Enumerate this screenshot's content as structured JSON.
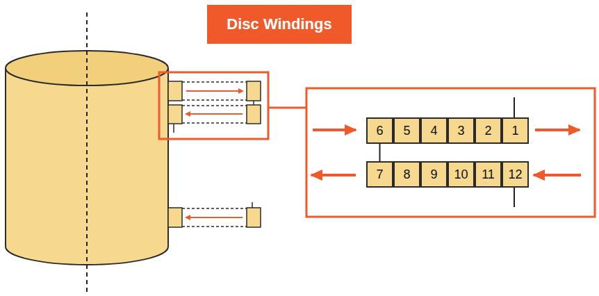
{
  "diagram": {
    "title": "Disc Windings",
    "nodes": [
      {
        "text": [
          "6"
        ]
      },
      {
        "text": [
          "5"
        ]
      },
      {
        "text": [
          "4"
        ]
      },
      {
        "text": [
          "3"
        ]
      },
      {
        "text": [
          "2"
        ]
      },
      {
        "text": [
          "1"
        ]
      },
      {
        "text": [
          "7"
        ]
      },
      {
        "text": [
          "8"
        ]
      },
      {
        "text": [
          "9"
        ]
      },
      {
        "text": [
          "10"
        ]
      },
      {
        "text": [
          "11"
        ]
      },
      {
        "text": [
          "12"
        ]
      }
    ],
    "edges": [
      {
        "from": 0,
        "to": 6,
        "arrow": "none"
      }
    ]
  }
}
